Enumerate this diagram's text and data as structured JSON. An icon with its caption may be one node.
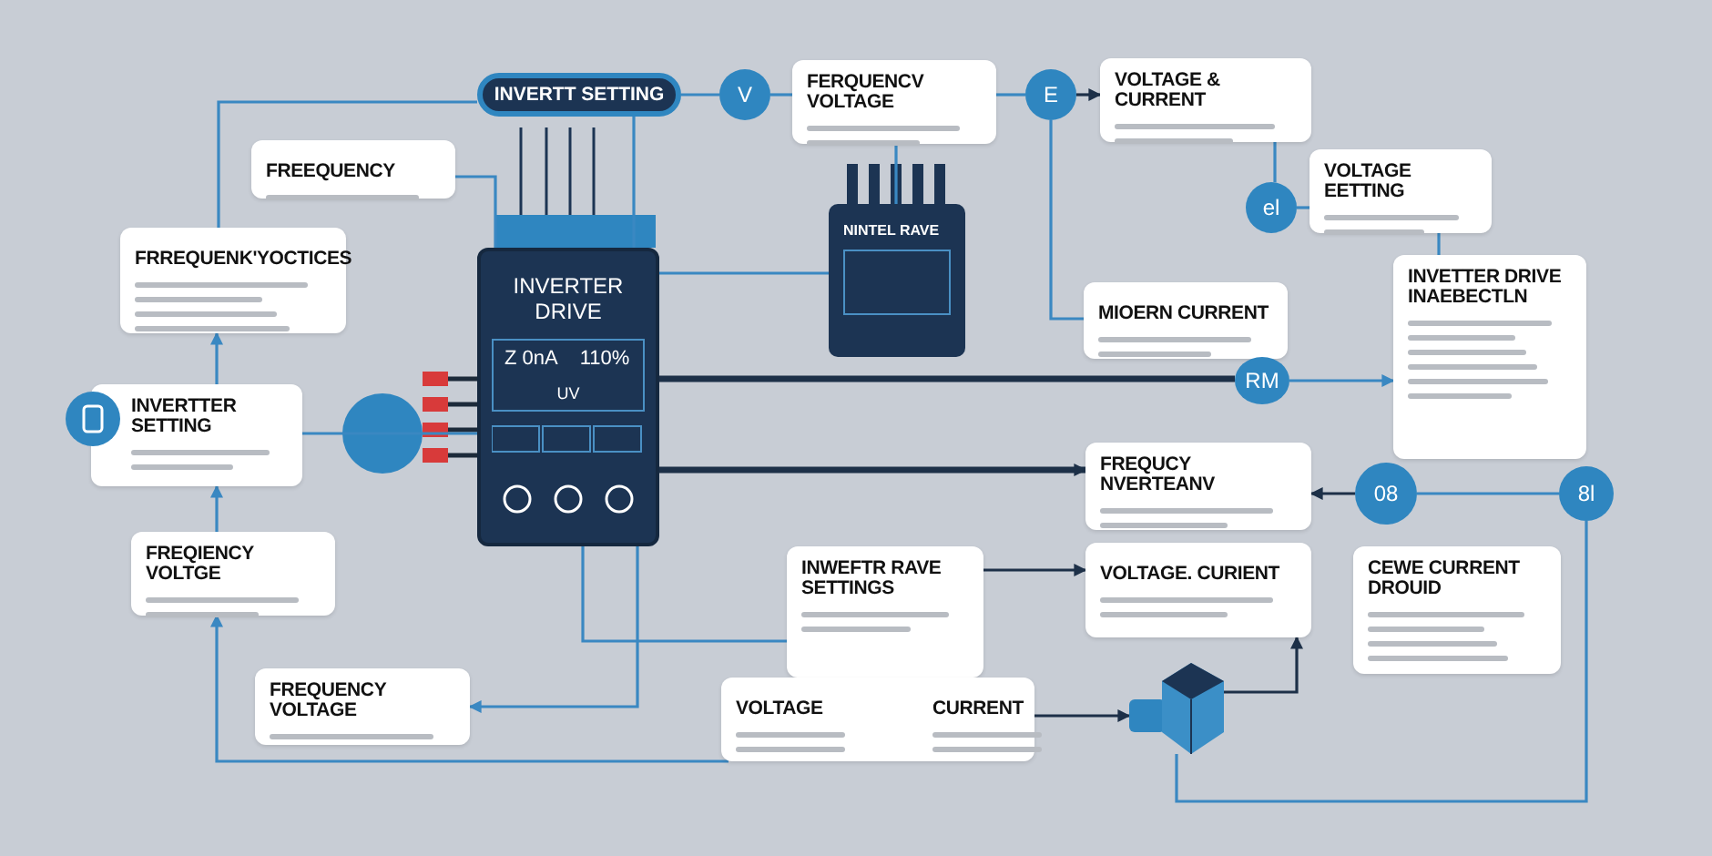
{
  "diagram": {
    "nodes": [
      {
        "text": [
          "INVERTT SETTING"
        ]
      },
      {
        "text": [
          "FREEQUENCY"
        ]
      },
      {
        "text": [
          "FRREQUENK'YOCTICES"
        ]
      },
      {
        "text": [
          "INVERTTER SETTING"
        ]
      },
      {
        "text": [
          "FREQIENCY VOLTGE"
        ]
      },
      {
        "text": [
          "FREQUENCY VOLTAGE"
        ]
      },
      {
        "text": [
          "INVERTER DRIVE",
          "Z 0nA",
          "110%",
          "UV"
        ]
      },
      {
        "text": [
          "FERQUENCV VOLTAGE"
        ]
      },
      {
        "text": [
          "VOLTAGE & CURRENT"
        ]
      },
      {
        "text": [
          "NINTEL RAVE"
        ]
      },
      {
        "text": [
          "VOLTAGE EETTING"
        ]
      },
      {
        "text": [
          "MIOERN CURRENT"
        ]
      },
      {
        "text": [
          "INVETTER DRIVE INAEBECTLN"
        ]
      },
      {
        "text": [
          "FREQUCY NVERTEANV"
        ]
      },
      {
        "text": [
          "INWEFTR RAVE SETTINGS"
        ]
      },
      {
        "text": [
          "VOLTAGE",
          "CURRENT"
        ]
      },
      {
        "text": [
          "VOLTAGE. CURIENT"
        ]
      },
      {
        "text": [
          "CEWE CURRENT DROUID"
        ]
      },
      {
        "text": [
          "V"
        ]
      },
      {
        "text": [
          "E"
        ]
      },
      {
        "text": [
          "el"
        ]
      },
      {
        "text": [
          "RM"
        ]
      },
      {
        "text": [
          "08"
        ]
      },
      {
        "text": [
          "8l"
        ]
      },
      {
        "text": [],
        "shape": "picture"
      }
    ],
    "edges": [
      {
        "from": 0,
        "to": 2,
        "arrow": "none"
      },
      {
        "from": 3,
        "to": 2,
        "arrow": "to"
      },
      {
        "from": 4,
        "to": 3,
        "arrow": "to"
      },
      {
        "from": 15,
        "to": 4,
        "arrow": "to"
      },
      {
        "from": 1,
        "to": 6,
        "arrow": "none"
      },
      {
        "from": 0,
        "to": 6,
        "arrow": "none"
      },
      {
        "from": 3,
        "to": 6,
        "arrow": "none"
      },
      {
        "from": 6,
        "to": 5,
        "arrow": "to"
      },
      {
        "from": 6,
        "to": 21,
        "arrow": "none",
        "style": "thick",
        "color": "#1d3048"
      },
      {
        "from": 6,
        "to": 13,
        "arrow": "to",
        "style": "thick",
        "color": "#1d3048"
      },
      {
        "from": 0,
        "to": 18,
        "arrow": "none"
      },
      {
        "from": 18,
        "to": 7,
        "arrow": "none"
      },
      {
        "from": 7,
        "to": 19,
        "arrow": "none"
      },
      {
        "from": 19,
        "to": 8,
        "arrow": "to",
        "color": "#1d3048"
      },
      {
        "from": 8,
        "to": 20,
        "arrow": "none"
      },
      {
        "from": 20,
        "to": 10,
        "arrow": "none"
      },
      {
        "from": 10,
        "to": 12,
        "arrow": "none"
      },
      {
        "from": 21,
        "to": 12,
        "arrow": "to"
      },
      {
        "from": 22,
        "to": 13,
        "arrow": "to",
        "color": "#1d3048"
      },
      {
        "from": 22,
        "to": 23,
        "arrow": "none"
      },
      {
        "from": 23,
        "to": 24,
        "arrow": "none"
      },
      {
        "from": 15,
        "to": 24,
        "arrow": "to",
        "color": "#1d3048"
      },
      {
        "from": 24,
        "to": 16,
        "arrow": "to",
        "color": "#1d3048"
      },
      {
        "from": 14,
        "to": 16,
        "arrow": "to",
        "color": "#1d3048"
      },
      {
        "from": 6,
        "to": 14,
        "arrow": "none"
      },
      {
        "from": 6,
        "to": 9,
        "arrow": "none"
      },
      {
        "from": 9,
        "to": 7,
        "arrow": "none"
      },
      {
        "from": 19,
        "to": 11,
        "arrow": "none"
      }
    ]
  }
}
